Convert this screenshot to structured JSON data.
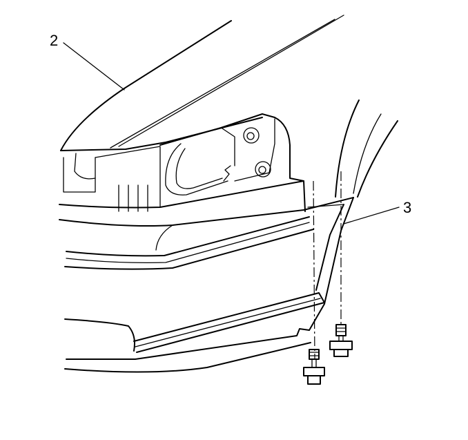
{
  "callouts": [
    {
      "id": "2",
      "label": "2"
    },
    {
      "id": "3",
      "label": "3"
    }
  ],
  "colors": {
    "line": "#000000",
    "background": "#ffffff"
  }
}
